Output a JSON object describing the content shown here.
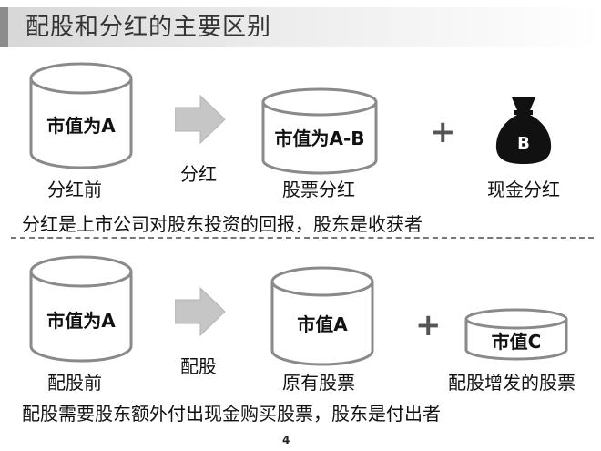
{
  "title": "配股和分红的主要区别",
  "top": {
    "cyl_before": "市值为A",
    "cap_before": "分红前",
    "arrow_label": "分红",
    "cyl_after": "市值为A-B",
    "cap_after": "股票分红",
    "plus": "+",
    "bag_letter": "B",
    "cap_cash": "现金分红",
    "summary": "分红是上市公司对股东投资的回报，股东是收获者"
  },
  "bottom": {
    "cyl_before": "市值为A",
    "cap_before": "配股前",
    "arrow_label": "配股",
    "cyl_orig": "市值A",
    "cap_orig": "原有股票",
    "plus": "+",
    "cyl_new": "市值C",
    "cap_new": "配股增发的股票",
    "summary": "配股需要股东额外付出现金购买股票，股东是付出者"
  },
  "page_number": "4",
  "colors": {
    "cylinder_fill": "#ffffff",
    "cylinder_stroke": "#8a8a8a",
    "arrow_fill": "#c6c6c6",
    "money_bag": "#111111",
    "title_accent": "#8c8c8c"
  }
}
